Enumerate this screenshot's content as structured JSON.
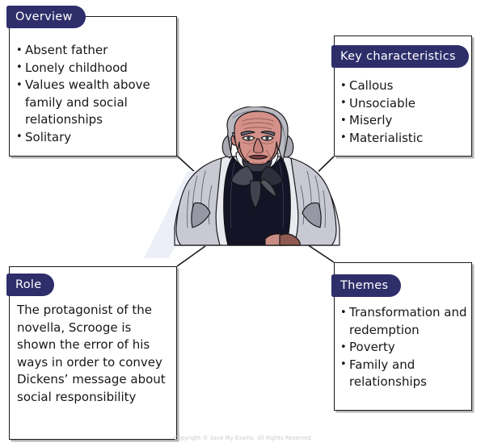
{
  "diagram": {
    "subject": "Ebenezer Scrooge character mind map",
    "colors": {
      "navy": "#2e2e6b",
      "box_border": "#1a1a1a",
      "box_fill": "#ffffff",
      "text": "#17171a",
      "footer_text": "#c9c9cf",
      "watermark": "#eceef7"
    },
    "connector_count": 4
  },
  "boxes": {
    "overview": {
      "label": "Overview",
      "items": [
        "Absent father",
        "Lonely childhood",
        "Values wealth above family and social relationships",
        "Solitary"
      ]
    },
    "key_characteristics": {
      "label": "Key characteristics",
      "items": [
        "Callous",
        "Unsociable",
        "Miserly",
        "Materialistic"
      ]
    },
    "role": {
      "label": "Role",
      "paragraph": "The protagonist of the novella, Scrooge is shown the error of his ways in order to convey Dickens’ message about social responsibility"
    },
    "themes": {
      "label": "Themes",
      "items": [
        "Transformation and redemption",
        "Poverty",
        "Family and relationships"
      ]
    }
  },
  "illustration": {
    "name": "scrooge-portrait-illustration",
    "description": "Elderly man with grey hair, stern expression, white puffed-sleeve shirt, dark waistcoat and dark cravat, leaning on a desk"
  },
  "footer": {
    "copyright": "Copyright © Save My Exams. All Rights Reserved"
  }
}
